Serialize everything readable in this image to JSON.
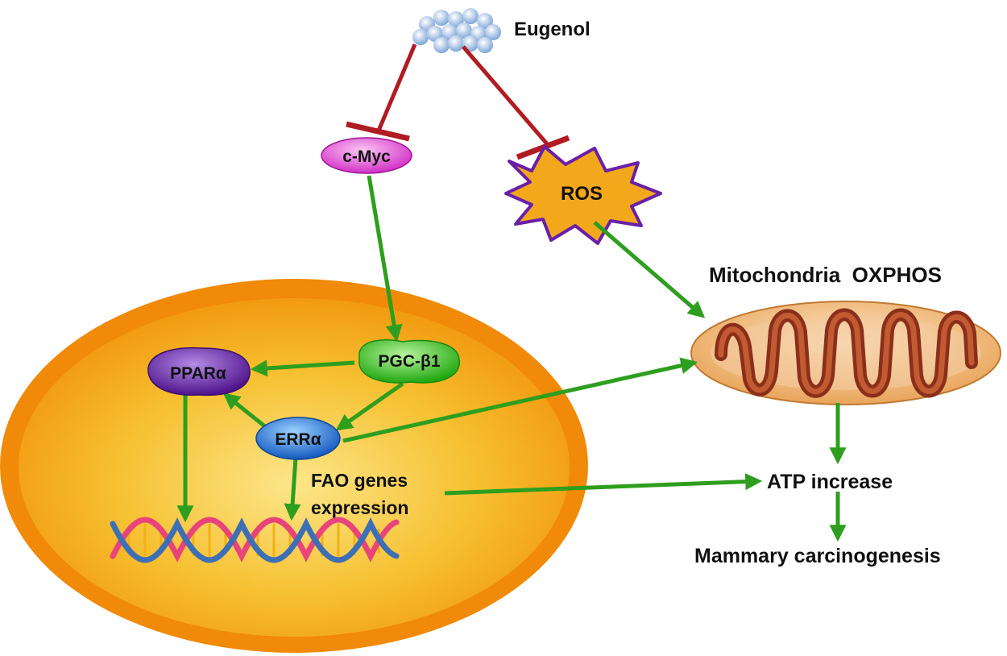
{
  "nodes": {
    "eugenol": "Eugenol",
    "cmyc": "c-Myc",
    "ros": "ROS",
    "mitochondria": "Mitochondria  OXPHOS",
    "pgc": "PGC-β1",
    "ppar": "PPARα",
    "erra": "ERRα",
    "fao_line1": "FAO genes",
    "fao_line2": "expression",
    "atp": "ATP increase",
    "mammary": "Mammary carcinogenesis"
  },
  "colors": {
    "activation_arrow": "#2e9e1e",
    "inhibition_line": "#b01c22",
    "cell_outer": "#f39a12",
    "cell_inner": "#f7c23a",
    "cmyc": "#e64bd8",
    "ros": "#f2a81a",
    "ros_border": "#6a1fa8",
    "pgc": "#34c81e",
    "ppar": "#6a1fb0",
    "erra": "#1f6fd8",
    "mitochondria_outer": "#f2c07a",
    "mitochondria_inner": "#a8462a"
  },
  "icons": {
    "eugenol": "molecule-cluster-icon",
    "dna": "dna-helix-icon",
    "mitochondrion": "mitochondrion-icon"
  }
}
